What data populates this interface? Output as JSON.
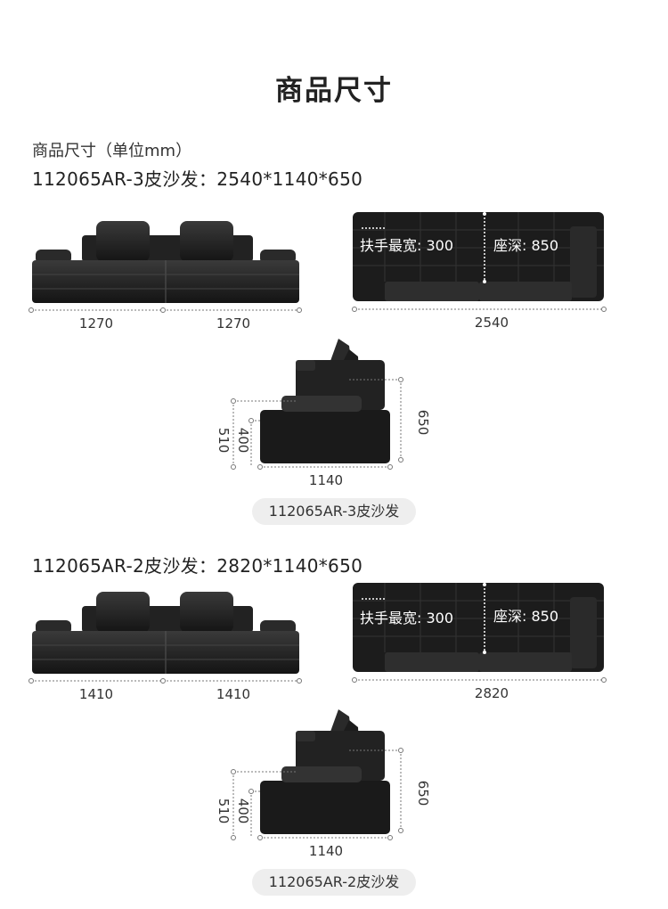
{
  "header": {
    "title": "商品尺寸"
  },
  "unit_note": "商品尺寸（单位mm）",
  "products": [
    {
      "spec_line": "112065AR-3皮沙发：2540*1140*650",
      "front_widths": [
        "1270",
        "1270"
      ],
      "top_width": "2540",
      "armrest_label": "扶手最宽: 300",
      "seat_depth_label": "座深: 850",
      "side_depth": "1140",
      "side_heights": [
        "510",
        "400",
        "650"
      ],
      "caption": "112065AR-3皮沙发"
    },
    {
      "spec_line": "112065AR-2皮沙发：2820*1140*650",
      "front_widths": [
        "1410",
        "1410"
      ],
      "top_width": "2820",
      "armrest_label": "扶手最宽: 300",
      "seat_depth_label": "座深: 850",
      "side_depth": "1140",
      "side_heights": [
        "510",
        "400",
        "650"
      ],
      "caption": "112065AR-2皮沙发"
    }
  ],
  "colors": {
    "sofa": "#1b1b1b",
    "sofa_highlight": "#3a3a3a",
    "dim_line": "#666666",
    "pill_bg": "#eeeeee"
  }
}
